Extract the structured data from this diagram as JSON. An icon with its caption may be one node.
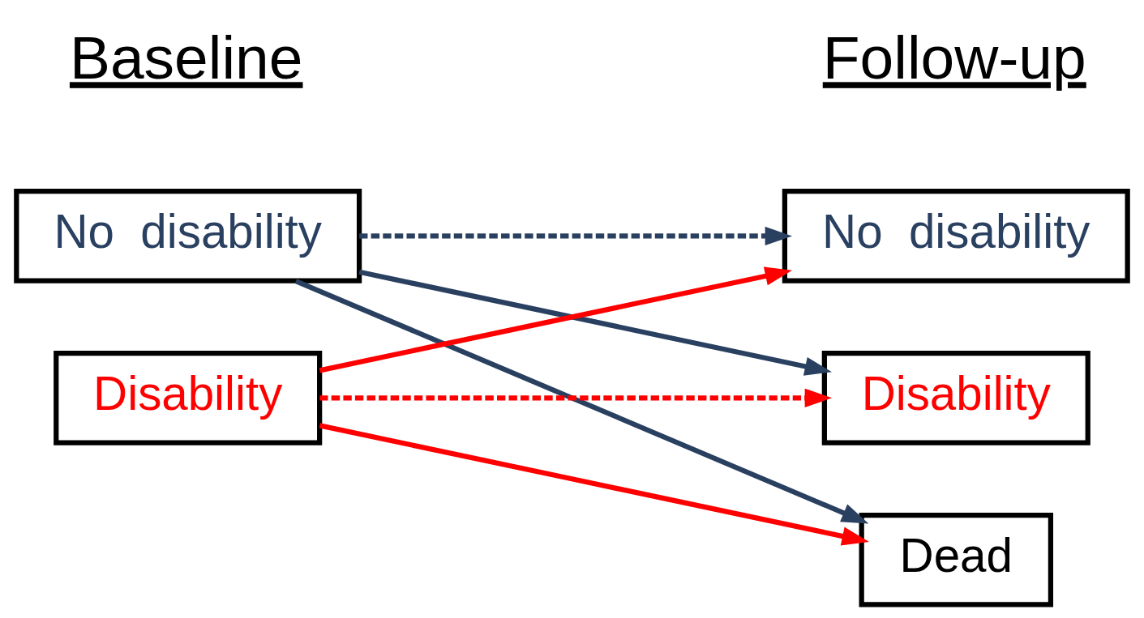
{
  "diagram": {
    "nodes": [
      {
        "text": [
          "No  disability"
        ]
      },
      {
        "text": [
          "Disability"
        ]
      },
      {
        "text": [
          "No  disability"
        ]
      },
      {
        "text": [
          "Disability"
        ]
      },
      {
        "text": [
          "Dead"
        ]
      }
    ],
    "edges": [
      {
        "from": 0,
        "to": 2,
        "arrow": "to",
        "style": "dashed"
      },
      {
        "from": 0,
        "to": 3,
        "arrow": "to"
      },
      {
        "from": 0,
        "to": 4,
        "arrow": "to"
      },
      {
        "from": 1,
        "to": 2,
        "arrow": "to",
        "color": "#ff0000"
      },
      {
        "from": 1,
        "to": 3,
        "arrow": "to",
        "style": "dashed",
        "color": "#ff0000"
      },
      {
        "from": 1,
        "to": 4,
        "arrow": "to",
        "color": "#ff0000"
      }
    ],
    "labels": [
      "Baseline",
      "Follow-up"
    ]
  }
}
